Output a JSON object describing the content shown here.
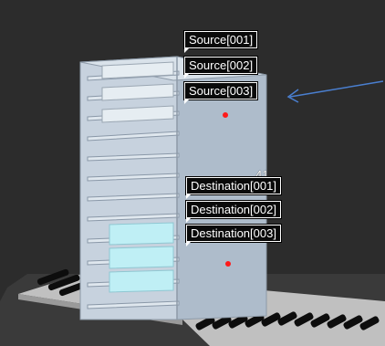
{
  "viewport": {
    "background": "#2b2b2b",
    "floor_color": "#3a3a3a",
    "counter": "41"
  },
  "labels": {
    "sources": [
      "Source[001]",
      "Source[002]",
      "Source[003]"
    ],
    "destinations": [
      "Destination[001]",
      "Destination[002]",
      "Destination[003]"
    ]
  },
  "pointer": {
    "color": "#4a7fd0",
    "icon": "arrow-pointer-icon"
  },
  "marker_color": "#ff1a1a",
  "tray_color": "#bfeff5",
  "rack_color": "#b8c6d6"
}
